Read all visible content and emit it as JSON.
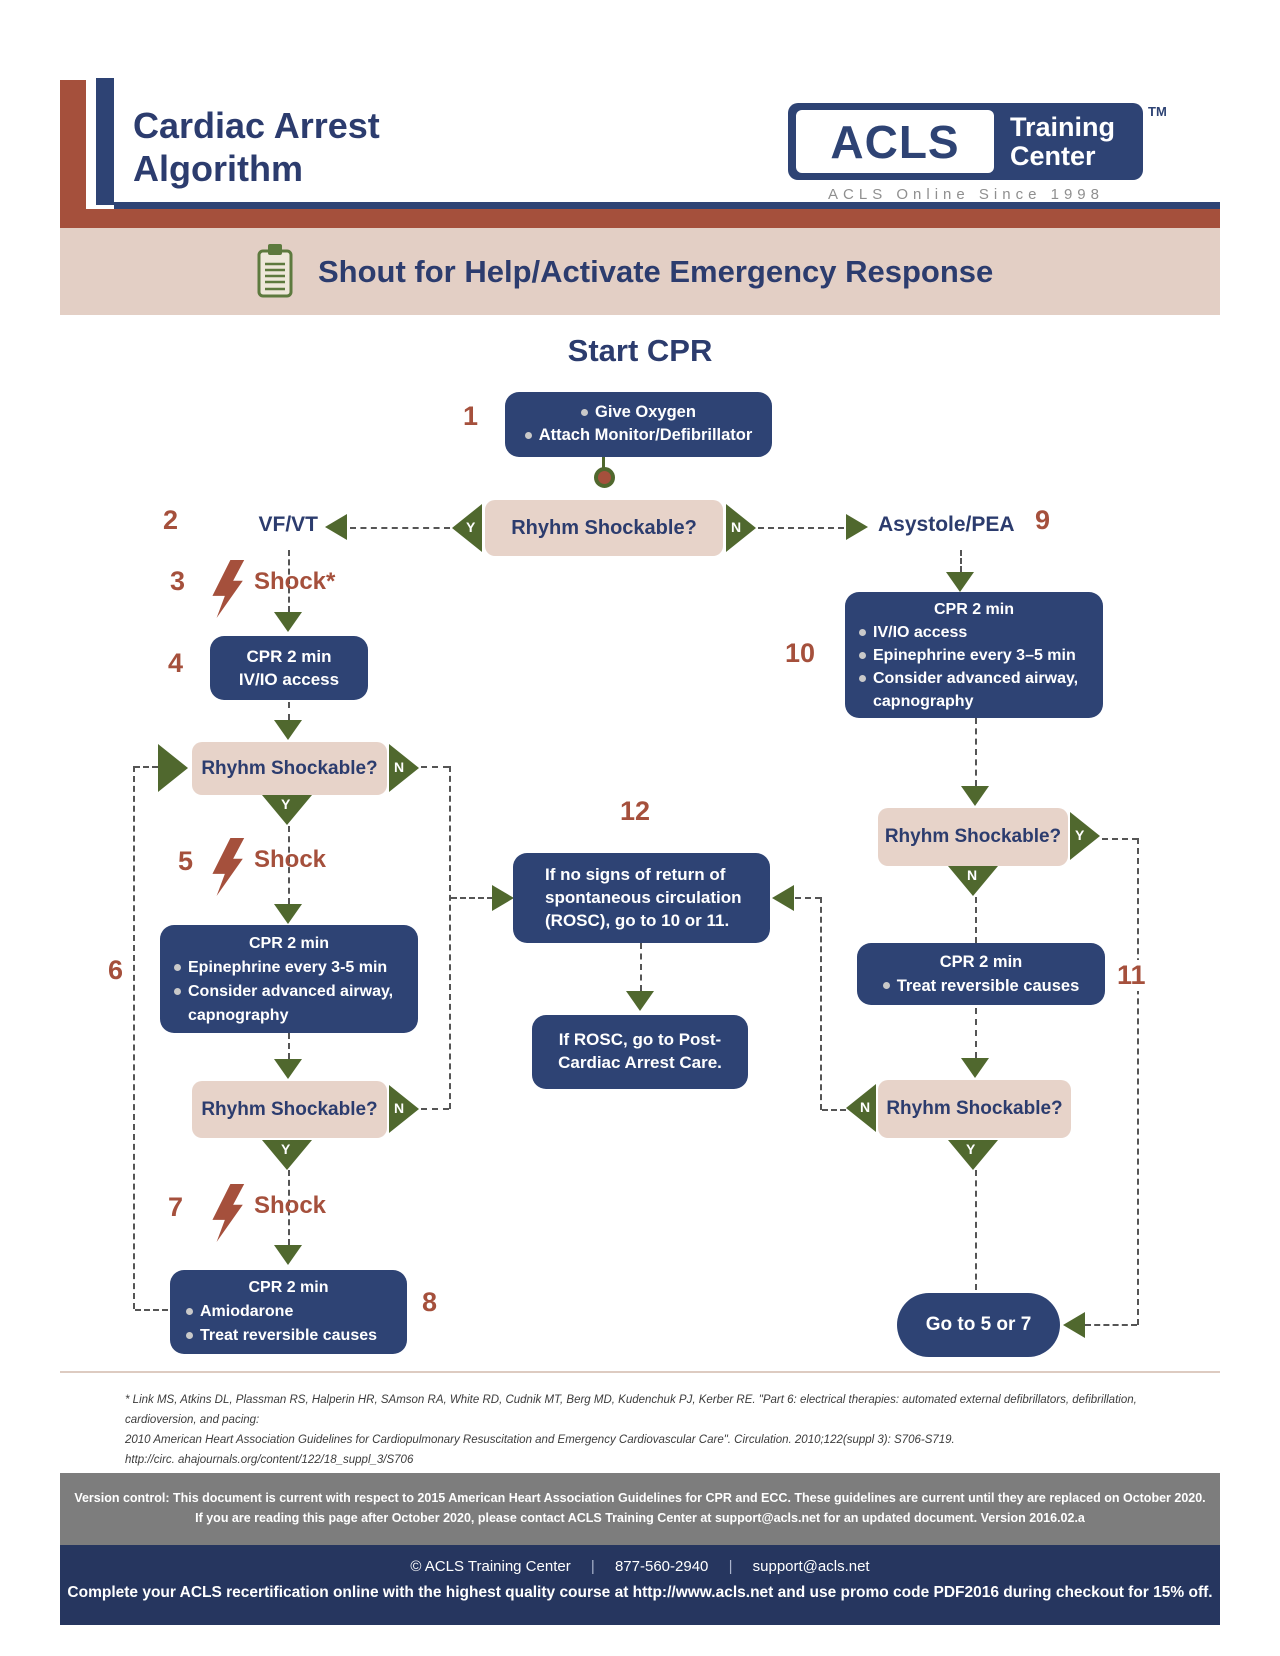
{
  "colors": {
    "navy": "#2e4374",
    "rust": "#a5503c",
    "green": "#50682e",
    "decision_pink": "#e7d3c9",
    "banner_pink": "#e3cfc5",
    "gray_bar": "#7d7d7d"
  },
  "header": {
    "title_line1": "Cardiac Arrest",
    "title_line2": "Algorithm",
    "logo": {
      "acls": "ACLS",
      "training_line1": "Training",
      "training_line2": "Center",
      "tm": "TM",
      "tagline": "ACLS Online Since 1998"
    },
    "banner_text": "Shout for Help/Activate Emergency Response"
  },
  "flow": {
    "start_title": "Start CPR",
    "decision_label": "Rhyhm Shockable?",
    "yes": "Y",
    "no": "N",
    "nodes": {
      "box1": {
        "number": "1",
        "bullet1": "Give Oxygen",
        "bullet2": "Attach Monitor/Defibrillator"
      },
      "vfvt": {
        "number": "2",
        "label": "VF/VT"
      },
      "shock3": {
        "number": "3",
        "label": "Shock*"
      },
      "box4": {
        "number": "4",
        "line1": "CPR 2 min",
        "line2": "IV/IO access"
      },
      "shock5": {
        "number": "5",
        "label": "Shock"
      },
      "box6": {
        "number": "6",
        "title": "CPR 2 min",
        "bullet1": "Epinephrine every 3-5 min",
        "bullet2": "Consider advanced airway,",
        "bullet2_cont": "capnography"
      },
      "shock7": {
        "number": "7",
        "label": "Shock"
      },
      "box8": {
        "number": "8",
        "title": "CPR 2 min",
        "bullet1": "Amiodarone",
        "bullet2": "Treat reversible causes"
      },
      "asystole": {
        "number": "9",
        "label": "Asystole/PEA"
      },
      "box10": {
        "number": "10",
        "title": "CPR 2 min",
        "bullet1": "IV/IO access",
        "bullet2": "Epinephrine every 3–5 min",
        "bullet3": "Consider advanced airway,",
        "bullet3_cont": "capnography"
      },
      "box11": {
        "number": "11",
        "title": "CPR 2 min",
        "bullet1": "Treat reversible causes"
      },
      "box12": {
        "number": "12",
        "line1": "If no signs of return of",
        "line2": "spontaneous circulation",
        "line3": "(ROSC), go to 10 or 11."
      },
      "box13": {
        "line1": "If ROSC, go to Post-",
        "line2": "Cardiac Arrest Care."
      },
      "goto57": {
        "label": "Go to 5 or 7"
      }
    }
  },
  "footnote": {
    "line1": "* Link MS, Atkins DL, Plassman RS, Halperin HR, SAmson RA, White RD, Cudnik MT, Berg MD, Kudenchuk PJ, Kerber RE. \"Part 6: electrical therapies: automated external defibrillators, defibrillation, cardioversion, and pacing:",
    "line2": "2010 American Heart Association Guidelines for Cardiopulmonary Resuscitation and Emergency Cardiovascular Care\". Circulation. 2010;122(suppl 3): S706-S719.",
    "line3": "http://circ. ahajournals.org/content/122/18_suppl_3/S706"
  },
  "version_bar": {
    "line1": "Version control: This document is current with respect to 2015 American Heart Association Guidelines for CPR and ECC. These guidelines are current until they are replaced on October 2020.",
    "line2": "If you are reading this page after October 2020, please contact ACLS Training Center at support@acls.net for an updated document. Version 2016.02.a"
  },
  "footer": {
    "copyright": "© ACLS Training Center",
    "separator": "|",
    "phone": "877-560-2940",
    "email": "support@acls.net",
    "promo": "Complete your ACLS recertification online with the highest quality course at http://www.acls.net and use promo code PDF2016 during checkout for 15% off."
  }
}
